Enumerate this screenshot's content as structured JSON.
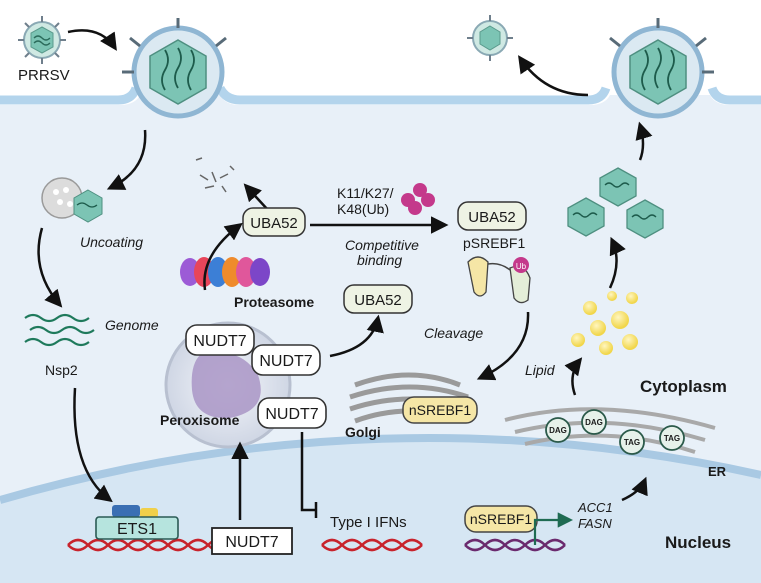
{
  "labels": {
    "prrsv": "PRRSV",
    "uncoating": "Uncoating",
    "genome": "Genome",
    "nsp2": "Nsp2",
    "uba52_top": "UBA52",
    "proteasome": "Proteasome",
    "nudt7_a": "NUDT7",
    "nudt7_b": "NUDT7",
    "nudt7_c": "NUDT7",
    "peroxisome": "Peroxisome",
    "ubiquitin_linkage_line1": "K11/K27/",
    "ubiquitin_linkage_line2": "K48(Ub)",
    "competitive_line1": "Competitive",
    "competitive_line2": "binding",
    "uba52_mid": "UBA52",
    "uba52_right": "UBA52",
    "psrebf1": "pSREBF1",
    "ub": "Ub",
    "cleavage": "Cleavage",
    "golgi": "Golgi",
    "nsrebf1_golgi": "nSREBF1",
    "lipid": "Lipid",
    "cytoplasm": "Cytoplasm",
    "dag1": "DAG",
    "dag2": "DAG",
    "tag1": "TAG",
    "tag2": "TAG",
    "er": "ER",
    "ets1": "ETS1",
    "nudt7_gene": "NUDT7",
    "type1_ifns": "Type I IFNs",
    "nsrebf1_nucleus": "nSREBF1",
    "acc1": "ACC1",
    "fasn": "FASN",
    "nucleus": "Nucleus"
  },
  "colors": {
    "cytoplasm": "#e8f0f8",
    "membrane": "#b3d4ec",
    "nucleus": "#d6e6f3",
    "virus_capsid": "#7cc4b4",
    "protein_fill": "#eef3e4",
    "srebf_fill": "#f5e6a6",
    "ub": "#c4398b",
    "dna_red": "#c8232c",
    "dna_purple": "#6b2a6e"
  }
}
